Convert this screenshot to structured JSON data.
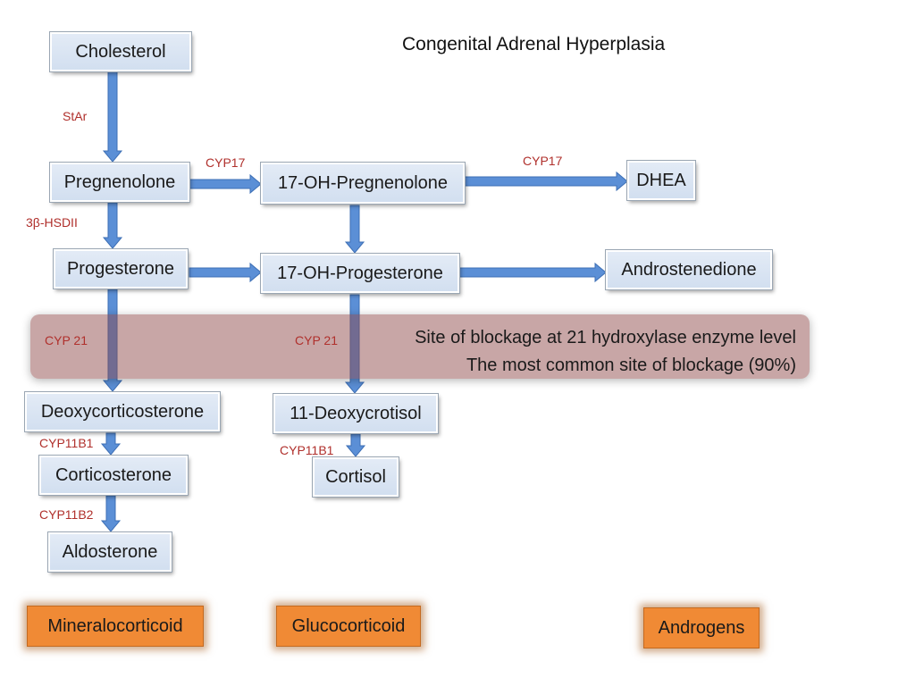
{
  "title": "Congenital Adrenal Hyperplasia",
  "nodes": {
    "cholesterol": "Cholesterol",
    "pregnenolone": "Pregnenolone",
    "oh17_pregnenolone": "17-OH-Pregnenolone",
    "dhea": "DHEA",
    "progesterone": "Progesterone",
    "oh17_progesterone": "17-OH-Progesterone",
    "androstenedione": "Androstenedione",
    "deoxycorticosterone": "Deoxycorticosterone",
    "deoxycortisol_11": "11-Deoxycrotisol",
    "corticosterone": "Corticosterone",
    "cortisol": "Cortisol",
    "aldosterone": "Aldosterone"
  },
  "enzymes": {
    "star": "StAr",
    "cyp17_a": "CYP17",
    "cyp17_b": "CYP17",
    "hsd3b2": "3β-HSDII",
    "cyp21_a": "CYP 21",
    "cyp21_b": "CYP 21",
    "cyp11b1_a": "CYP11B1",
    "cyp11b1_b": "CYP11B1",
    "cyp11b2": "CYP11B2"
  },
  "blockage": {
    "line1": "Site of blockage at 21 hydroxylase enzyme level",
    "line2": "The most common site of blockage (90%)"
  },
  "categories": {
    "mineralocorticoid": "Mineralocorticoid",
    "glucocorticoid": "Glucocorticoid",
    "androgens": "Androgens"
  },
  "colors": {
    "arrow_fill": "#5b8fd6",
    "arrow_stroke": "#3d6fb5",
    "enzyme_text": "#b0302c",
    "category_fill": "#f08a35",
    "blockage_band": "#8c4646"
  }
}
